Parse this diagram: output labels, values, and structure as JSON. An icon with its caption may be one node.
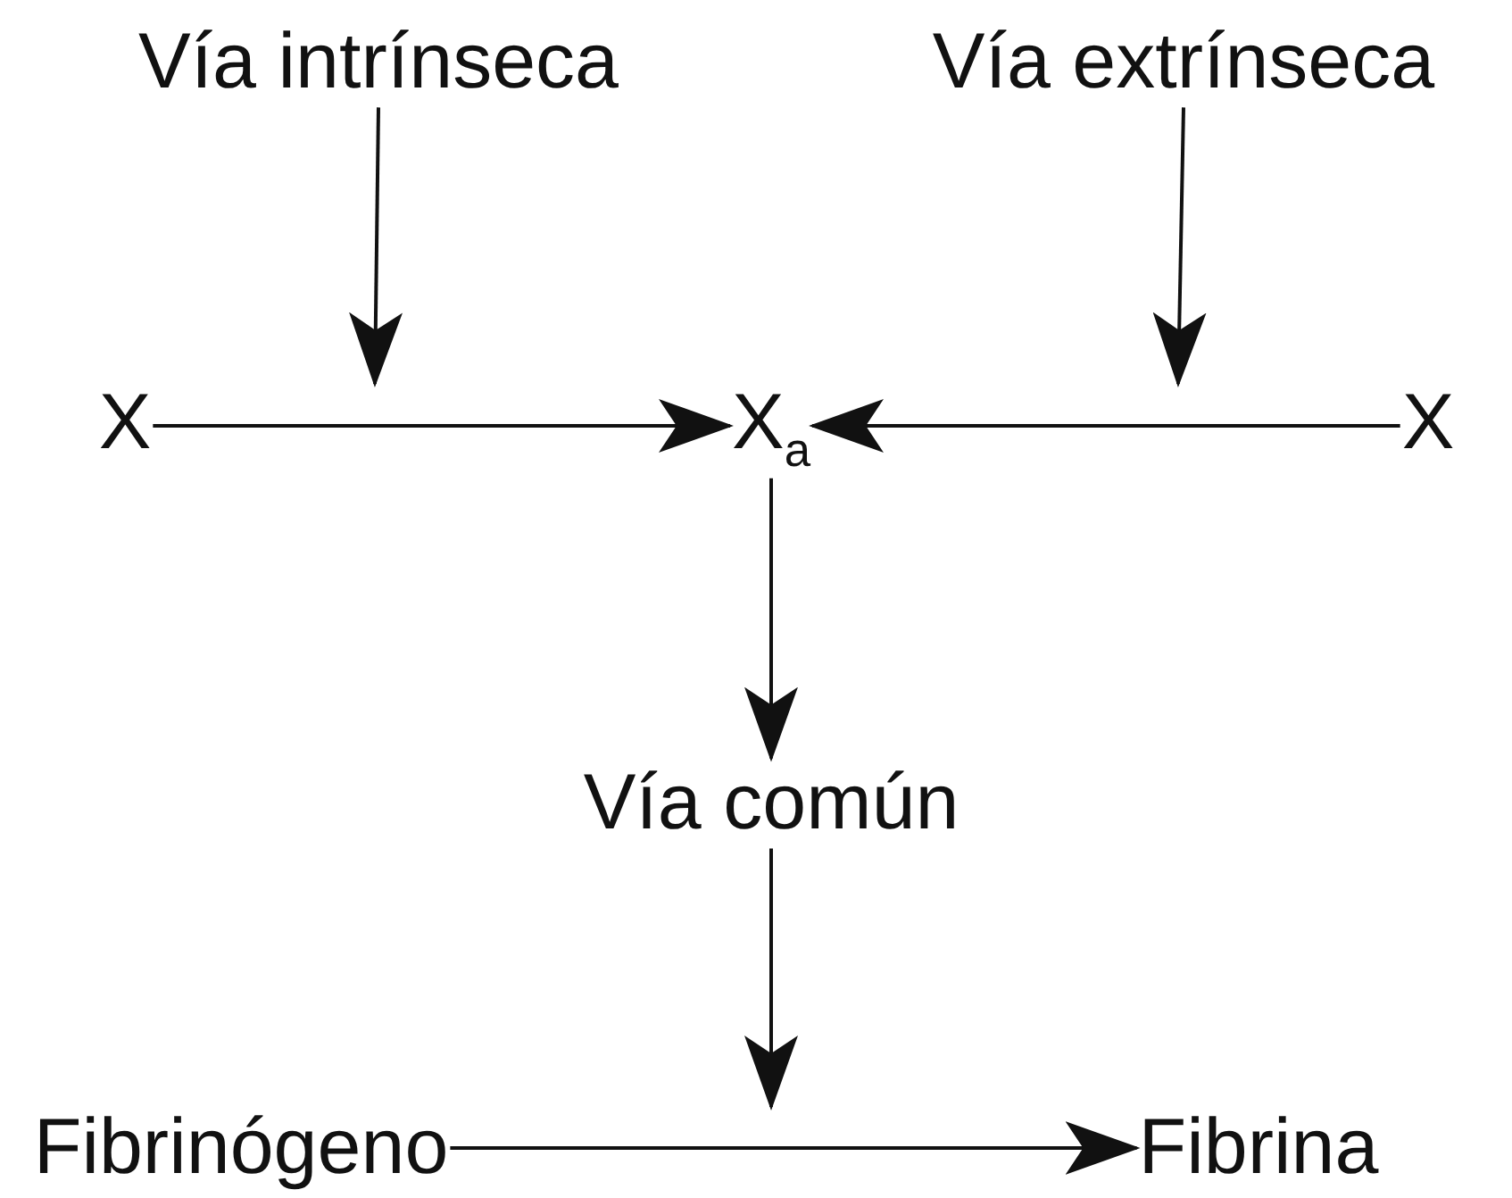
{
  "diagram": {
    "nodes": [
      {
        "text": [
          "Vía intrínseca"
        ]
      },
      {
        "text": [
          "Vía extrínseca"
        ]
      },
      {
        "text": [
          "X"
        ]
      },
      {
        "text": [
          "X$_{a}$"
        ]
      },
      {
        "text": [
          "X"
        ]
      },
      {
        "text": [
          "Vía común"
        ]
      },
      {
        "text": [
          "Fibrinógeno"
        ]
      },
      {
        "text": [
          "Fibrina"
        ]
      }
    ],
    "edges": [
      {
        "from": 0,
        "to": null,
        "arrow": "to"
      },
      {
        "from": 1,
        "to": null,
        "arrow": "to"
      },
      {
        "from": 2,
        "to": 3,
        "arrow": "to"
      },
      {
        "from": 4,
        "to": 3,
        "arrow": "to"
      },
      {
        "from": 3,
        "to": 5,
        "arrow": "to"
      },
      {
        "from": 5,
        "to": null,
        "arrow": "to"
      },
      {
        "from": 6,
        "to": 7,
        "arrow": "to"
      }
    ]
  }
}
